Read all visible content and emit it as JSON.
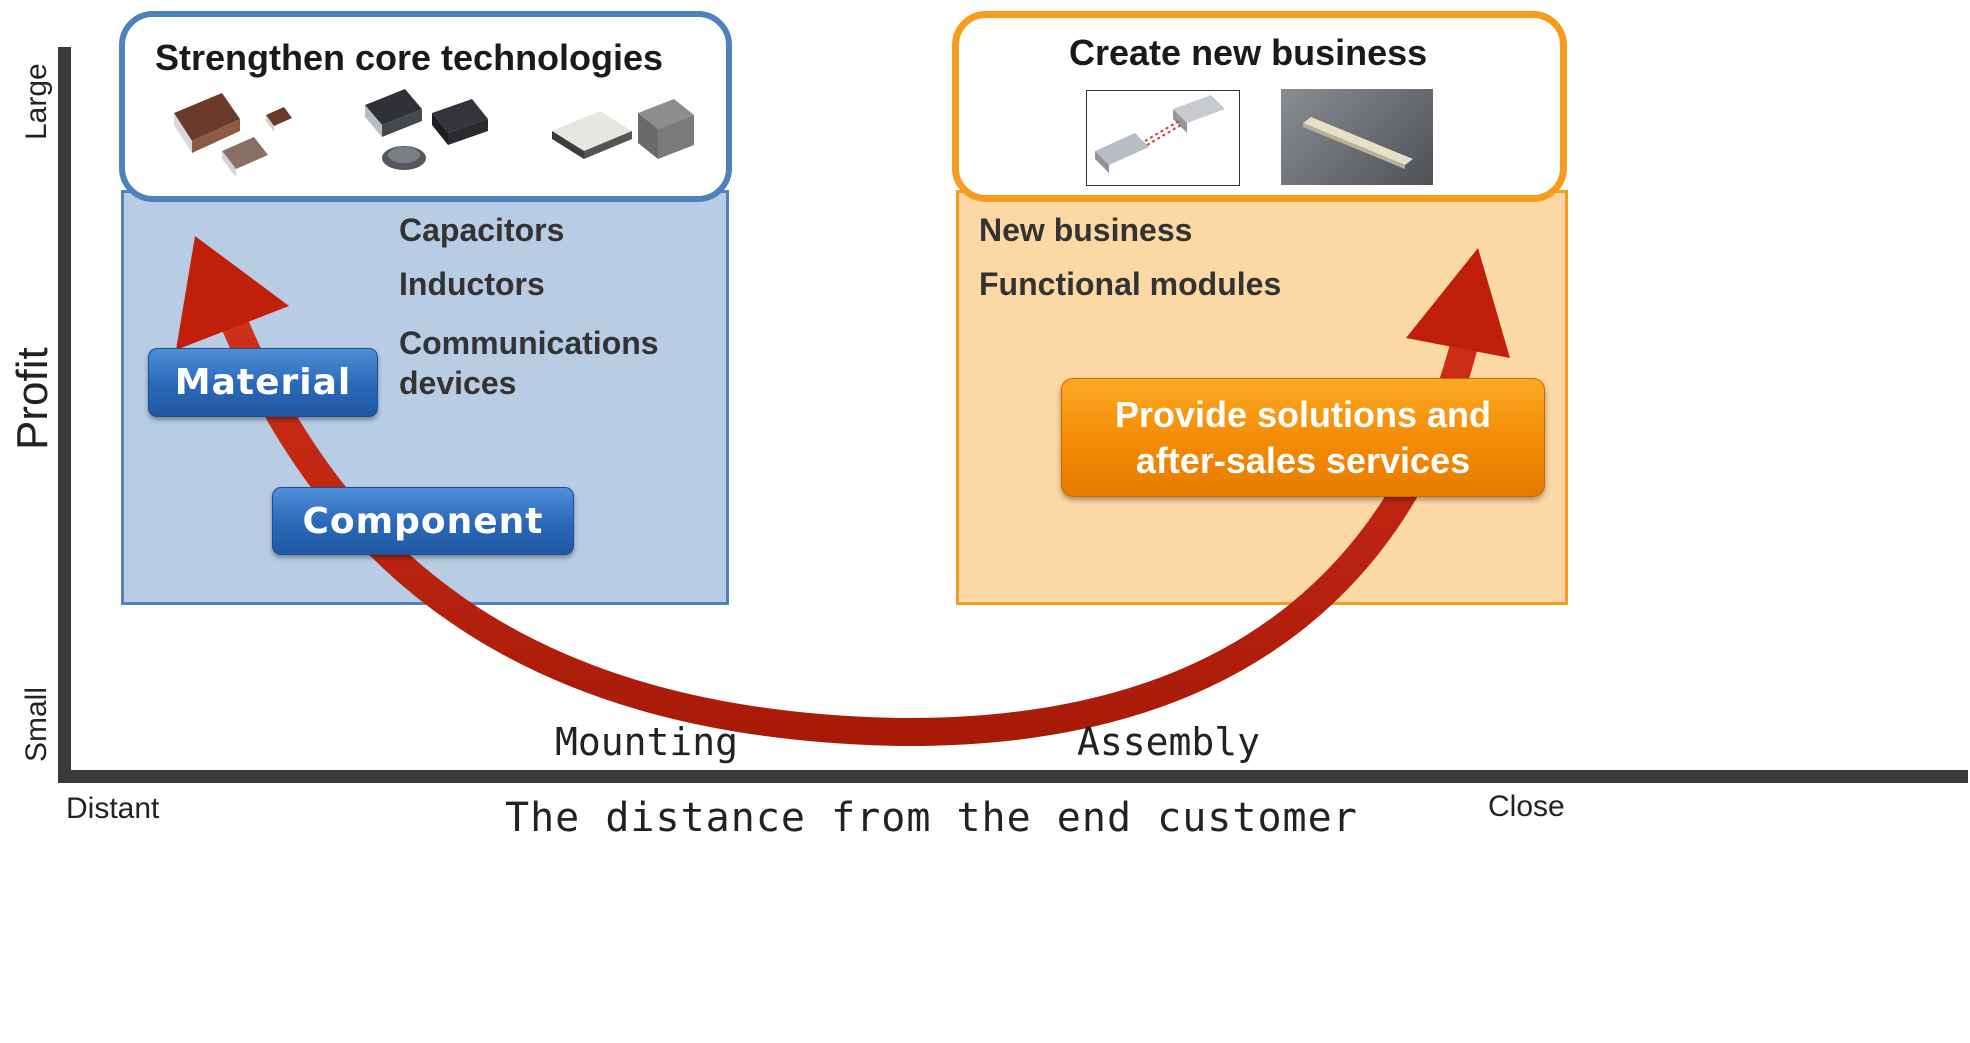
{
  "axes": {
    "y_top_label": "Large",
    "y_title": "Profit",
    "y_bottom_label": "Small",
    "x_left_label": "Distant",
    "x_right_label": "Close",
    "x_title": "The distance from the end customer",
    "x_mid_labels": [
      "Mounting",
      "Assembly"
    ]
  },
  "left_region": {
    "title": "Strengthen core technologies",
    "items": [
      "Capacitors",
      "Inductors",
      "Communications",
      "devices"
    ],
    "color": "#4f81bd",
    "fill": "#b8cce4"
  },
  "right_region": {
    "title": "Create new business",
    "items": [
      "New business",
      "Functional modules"
    ],
    "color": "#f79c1f",
    "fill": "#fcd9a4"
  },
  "buttons": {
    "material": "Material",
    "component": "Component",
    "solutions_line1": "Provide solutions and",
    "solutions_line2": "after-sales services"
  },
  "arrow_color": "#c0200b",
  "icons": {
    "capacitor_chips": "chip-capacitor-icon",
    "inductor_parts": "inductor-icon",
    "module_parts": "comm-module-icon",
    "sensor_module_photo": "sensor-module-icon",
    "flex_cable_photo": "flex-cable-icon"
  }
}
